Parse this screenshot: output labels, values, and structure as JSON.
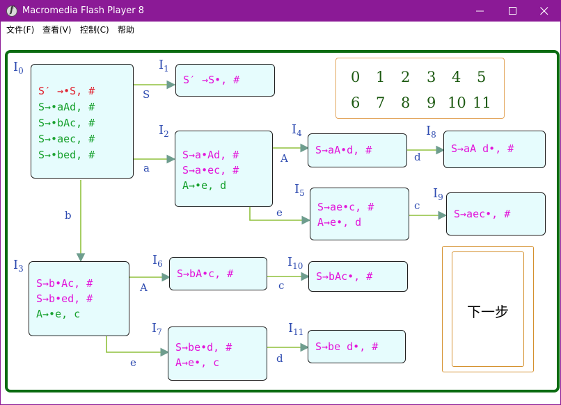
{
  "window": {
    "title": "Macromedia Flash Player 8"
  },
  "menubar": {
    "items": [
      "文件(F)",
      "查看(V)",
      "控制(C)",
      "帮助"
    ]
  },
  "numbers": {
    "row1": [
      "0",
      "1",
      "2",
      "3",
      "4",
      "5"
    ],
    "row2": [
      "6",
      "7",
      "8",
      "9",
      "10",
      "11"
    ]
  },
  "next_button": {
    "label": "下一步"
  },
  "states": [
    {
      "id": "I0",
      "base": "I",
      "sub": "0",
      "lines": [
        {
          "text": "S′ →•S, #",
          "color": "red"
        },
        {
          "text": "S→•aAd, #",
          "color": "green"
        },
        {
          "text": "S→•bAc, #",
          "color": "green"
        },
        {
          "text": "S→•aec, #",
          "color": "green"
        },
        {
          "text": "S→•bed, #",
          "color": "green"
        }
      ]
    },
    {
      "id": "I1",
      "base": "I",
      "sub": "1",
      "lines": [
        {
          "text": "S′ →S•, #",
          "color": "magenta"
        }
      ]
    },
    {
      "id": "I2",
      "base": "I",
      "sub": "2",
      "lines": [
        {
          "text": "S→a•Ad, #",
          "color": "magenta"
        },
        {
          "text": "S→a•ec, #",
          "color": "magenta"
        },
        {
          "text": "A→•e, d",
          "color": "green"
        }
      ]
    },
    {
      "id": "I3",
      "base": "I",
      "sub": "3",
      "lines": [
        {
          "text": "S→b•Ac, #",
          "color": "magenta"
        },
        {
          "text": "S→b•ed, #",
          "color": "magenta"
        },
        {
          "text": "A→•e, c",
          "color": "green"
        }
      ]
    },
    {
      "id": "I4",
      "base": "I",
      "sub": "4",
      "lines": [
        {
          "text": "S→aA•d, #",
          "color": "magenta"
        }
      ]
    },
    {
      "id": "I5",
      "base": "I",
      "sub": "5",
      "lines": [
        {
          "text": "S→ae•c, #",
          "color": "magenta"
        },
        {
          "text": "A→e•, d",
          "color": "magenta"
        }
      ]
    },
    {
      "id": "I6",
      "base": "I",
      "sub": "6",
      "lines": [
        {
          "text": "S→bA•c, #",
          "color": "magenta"
        }
      ]
    },
    {
      "id": "I7",
      "base": "I",
      "sub": "7",
      "lines": [
        {
          "text": "S→be•d, #",
          "color": "magenta"
        },
        {
          "text": "A→e•, c",
          "color": "magenta"
        }
      ]
    },
    {
      "id": "I8",
      "base": "I",
      "sub": "8",
      "lines": [
        {
          "text": "S→aA d•, #",
          "color": "magenta"
        }
      ]
    },
    {
      "id": "I9",
      "base": "I",
      "sub": "9",
      "lines": [
        {
          "text": "S→aec•, #",
          "color": "magenta"
        }
      ]
    },
    {
      "id": "I10",
      "base": "I",
      "sub": "10",
      "lines": [
        {
          "text": "S→bAc•, #",
          "color": "magenta"
        }
      ]
    },
    {
      "id": "I11",
      "base": "I",
      "sub": "11",
      "lines": [
        {
          "text": "S→be d•, #",
          "color": "magenta"
        }
      ]
    }
  ],
  "transitions": [
    {
      "from": "I0",
      "to": "I1",
      "symbol": "S"
    },
    {
      "from": "I0",
      "to": "I2",
      "symbol": "a"
    },
    {
      "from": "I0",
      "to": "I3",
      "symbol": "b"
    },
    {
      "from": "I2",
      "to": "I4",
      "symbol": "A"
    },
    {
      "from": "I2",
      "to": "I5",
      "symbol": "e"
    },
    {
      "from": "I4",
      "to": "I8",
      "symbol": "d"
    },
    {
      "from": "I5",
      "to": "I9",
      "symbol": "c"
    },
    {
      "from": "I3",
      "to": "I6",
      "symbol": "A"
    },
    {
      "from": "I3",
      "to": "I7",
      "symbol": "e"
    },
    {
      "from": "I6",
      "to": "I10",
      "symbol": "c"
    },
    {
      "from": "I7",
      "to": "I11",
      "symbol": "d"
    }
  ],
  "colors": {
    "title_bar": "#8b1a96",
    "frame": "#0b6b11",
    "node_fill": "#e6fcfd",
    "arrow": "#6e9d8e",
    "line": "#8fc13c",
    "label": "#2e4bb0"
  }
}
